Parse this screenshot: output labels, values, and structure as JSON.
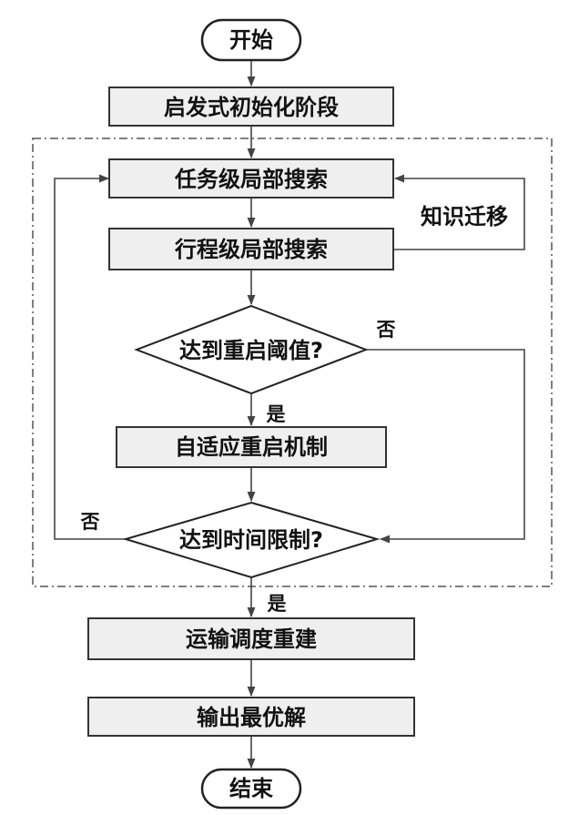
{
  "nodes": {
    "start": "开始",
    "init": "启发式初始化阶段",
    "task_search": "任务级局部搜索",
    "trip_search": "行程级局部搜索",
    "restart_check": "达到重启阈值?",
    "adaptive_restart": "自适应重启机制",
    "time_check": "达到时间限制?",
    "rebuild": "运输调度重建",
    "output": "输出最优解",
    "end": "结束"
  },
  "edge_labels": {
    "knowledge_transfer": "知识迁移",
    "restart_no": "否",
    "restart_yes": "是",
    "time_no": "否",
    "time_yes": "是"
  },
  "colors": {
    "box_fill": "#efefef",
    "line": "#444444",
    "text": "#111111"
  }
}
